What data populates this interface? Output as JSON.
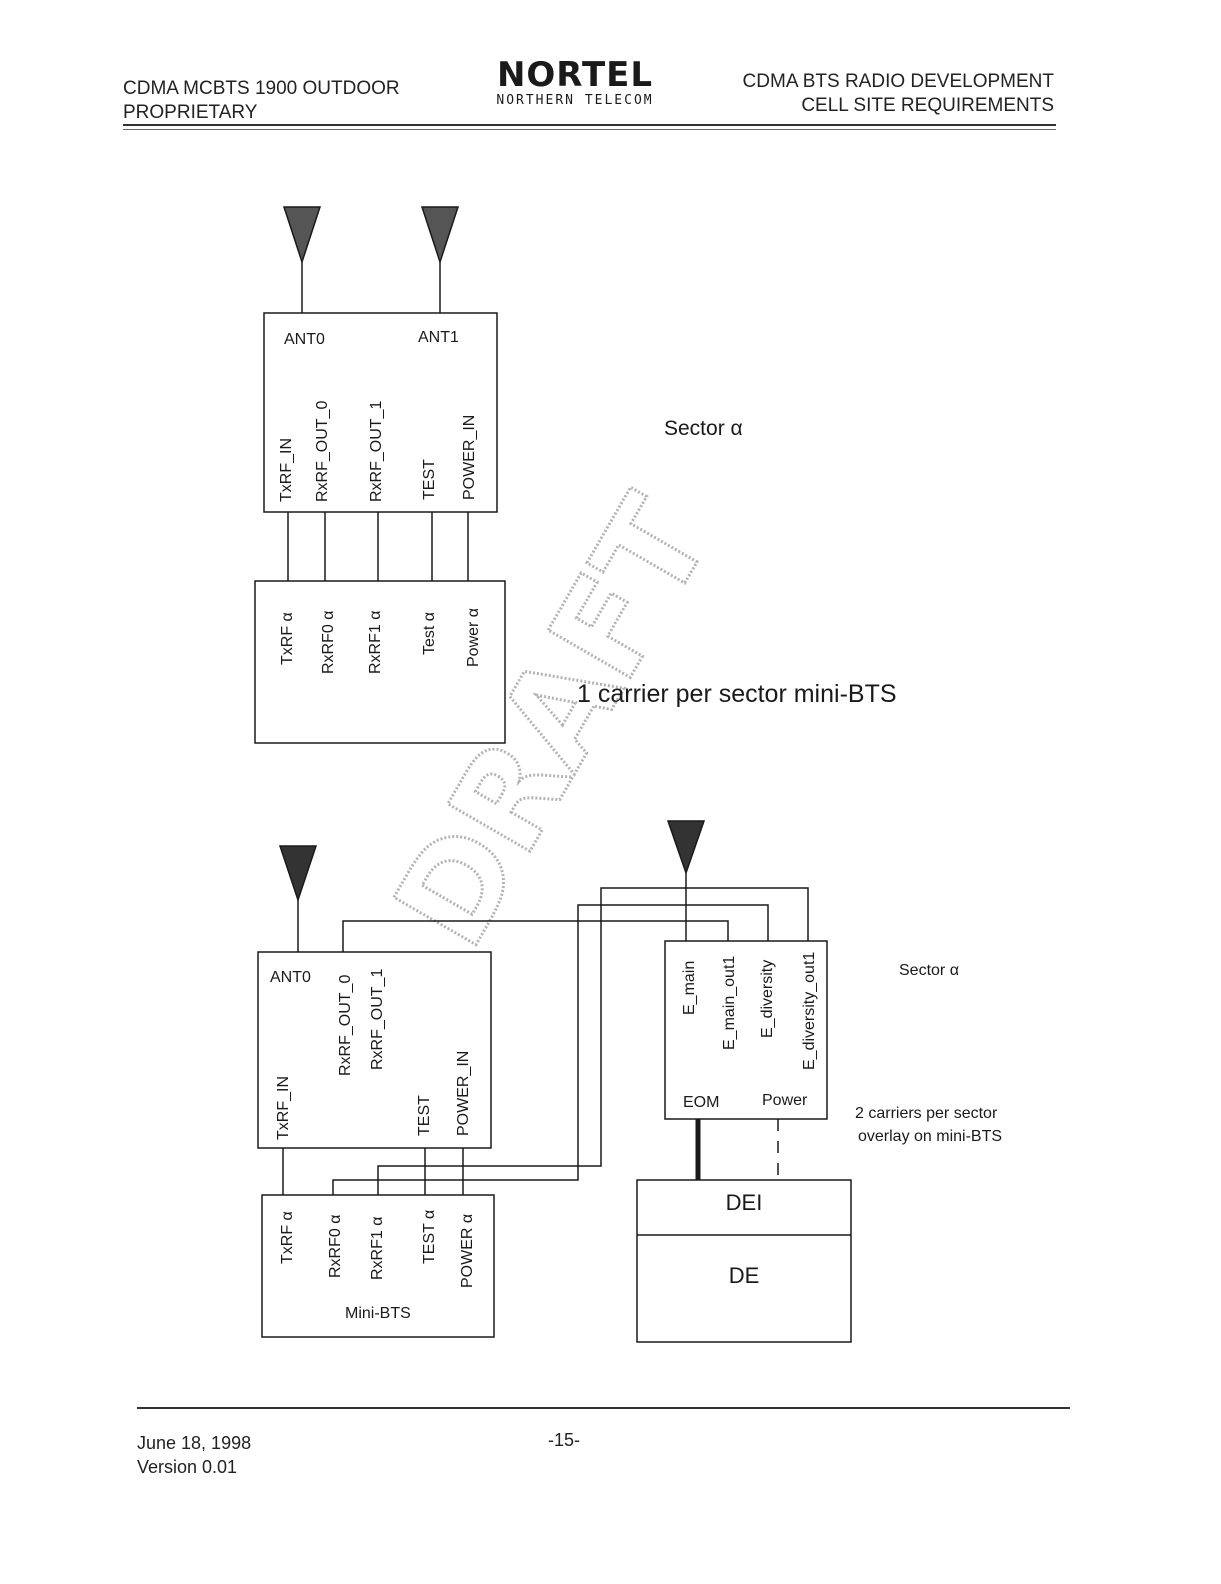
{
  "header": {
    "left_line1": "CDMA MCBTS 1900 OUTDOOR",
    "left_line2": "PROPRIETARY",
    "logo_main": "NORTEL",
    "logo_sub": "NORTHERN TELECOM",
    "right_line1": "CDMA BTS RADIO DEVELOPMENT",
    "right_line2": "CELL SITE REQUIREMENTS"
  },
  "diagram1": {
    "top_box": {
      "ant_labels": [
        "ANT0",
        "ANT1"
      ],
      "ports": [
        "TxRF_IN",
        "RxRF_OUT_0",
        "RxRF_OUT_1",
        "TEST",
        "POWER_IN"
      ]
    },
    "bottom_box": {
      "ports": [
        "TxRF α",
        "RxRF0 α",
        "RxRF1 α",
        "Test α",
        "Power α"
      ]
    },
    "sector_label": "Sector α",
    "caption": "1 carrier per sector mini-BTS"
  },
  "diagram2": {
    "left_box": {
      "ant_label": "ANT0",
      "ports": [
        "TxRF_IN",
        "RxRF_OUT_0",
        "RxRF_OUT_1",
        "TEST",
        "POWER_IN"
      ]
    },
    "mini_bts": {
      "ports": [
        "TxRF α",
        "RxRF0 α",
        "RxRF1 α",
        "TEST α",
        "POWER α"
      ],
      "label": "Mini-BTS"
    },
    "eom_box": {
      "ports": [
        "E_main",
        "E_main_out1",
        "E_diversity",
        "E_diversity_out1"
      ],
      "bottom_labels": [
        "EOM",
        "Power"
      ]
    },
    "de_box": {
      "top": "DEI",
      "bottom": "DE"
    },
    "sector_label": "Sector α",
    "caption_line1": "2 carriers per sector",
    "caption_line2": "overlay on mini-BTS"
  },
  "watermark": "DRAFT",
  "footer": {
    "date": "June 18, 1998",
    "version": "Version 0.01",
    "page": "-15-"
  }
}
